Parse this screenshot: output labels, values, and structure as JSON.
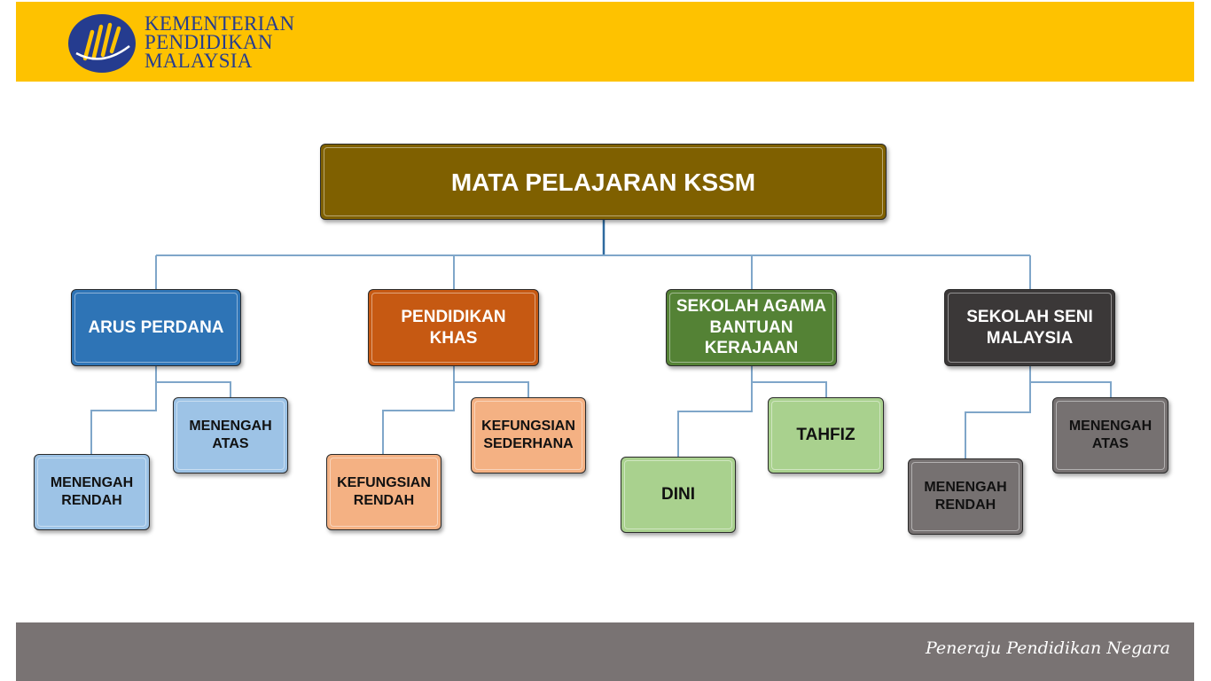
{
  "header": {
    "logo_lines": [
      "KEMENTERIAN",
      "PENDIDIKAN",
      "MALAYSIA"
    ],
    "background": "#fec200"
  },
  "diagram": {
    "root": "MATA PELAJARAN KSSM",
    "categories": [
      {
        "label": "ARUS PERDANA",
        "children": [
          "MENENGAH RENDAH",
          "MENENGAH ATAS"
        ]
      },
      {
        "label": "PENDIDIKAN KHAS",
        "children": [
          "KEFUNGSIAN RENDAH",
          "KEFUNGSIAN SEDERHANA"
        ]
      },
      {
        "label": "SEKOLAH AGAMA BANTUAN KERAJAAN",
        "children": [
          "DINI",
          "TAHFIZ"
        ]
      },
      {
        "label": "SEKOLAH SENI MALAYSIA",
        "children": [
          "MENENGAH RENDAH",
          "MENENGAH ATAS"
        ]
      }
    ],
    "colors": {
      "root": "#7f6000",
      "categories": [
        "#2e74b6",
        "#c65912",
        "#548235",
        "#3b3838"
      ],
      "leaves": [
        "#9dc3e6",
        "#f4b183",
        "#a9d18e",
        "#767171"
      ],
      "connector": "#7fa6c9"
    }
  },
  "footer": {
    "tagline": "Peneraju Pendidikan Negara",
    "background": "#797373"
  }
}
